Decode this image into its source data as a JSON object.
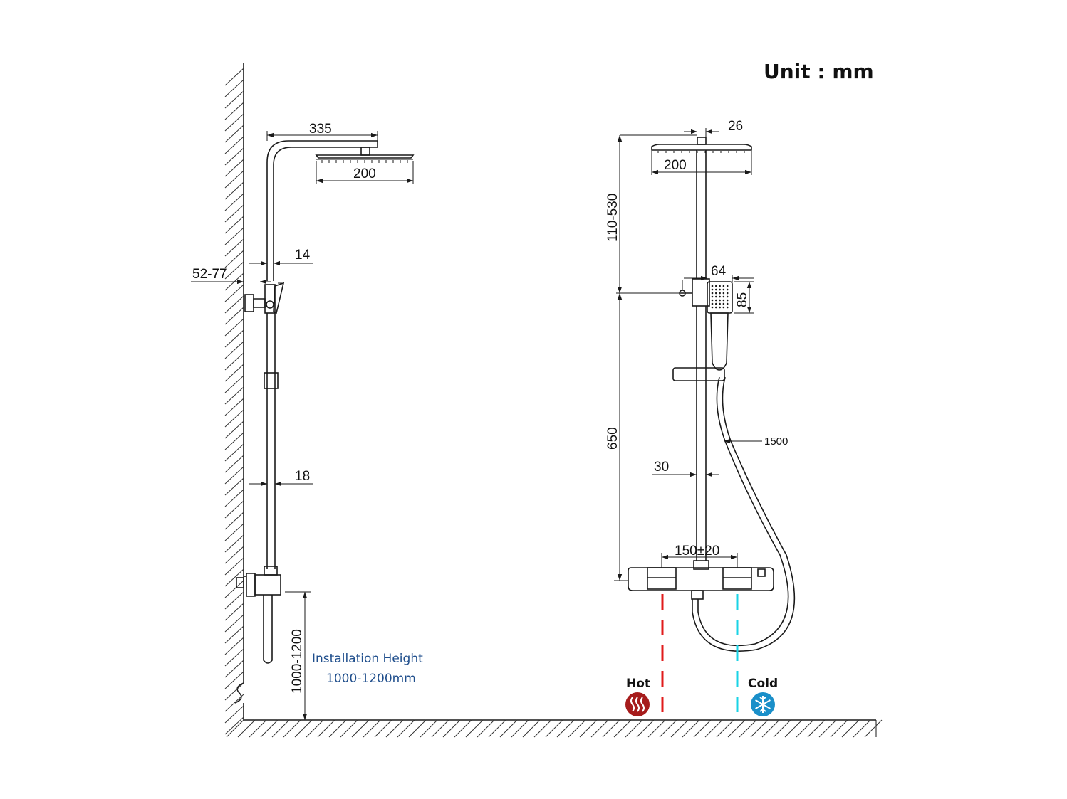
{
  "unit_label": "Unit : mm",
  "side_view": {
    "dim_arm_length": "335",
    "dim_head_width": "200",
    "dim_pipe_upper": "14",
    "dim_wall_offset": "52-77",
    "dim_pipe_lower": "18",
    "dim_install_height": "1000-1200"
  },
  "front_view": {
    "dim_head_neck": "26",
    "dim_head_width": "200",
    "dim_upper_adjust": "110-530",
    "dim_handshower_width": "64",
    "dim_handshower_height": "85",
    "dim_rail_length": "650",
    "dim_hose_length": "1500",
    "dim_pipe_diameter": "30",
    "dim_inlet_spacing": "150±20"
  },
  "installation_note": {
    "line1": "Installation Height",
    "line2": "1000-1200mm"
  },
  "legend": {
    "hot_label": "Hot",
    "cold_label": "Cold",
    "hot_color": "#a61c1c",
    "cold_color": "#1a8fc9",
    "hot_line_color": "#e01b1b",
    "cold_line_color": "#19d3e6",
    "hot_icon": "heat-waves-icon",
    "cold_icon": "snowflake-icon"
  }
}
